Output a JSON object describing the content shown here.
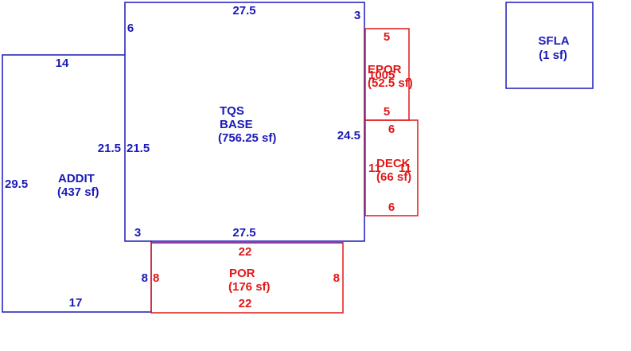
{
  "colors": {
    "main": "#1a1ab8",
    "accessory": "#e01818"
  },
  "areas": {
    "base": {
      "name1": "TQS",
      "name2": "BASE",
      "area": "(756.25 sf)",
      "dims": {
        "top": "27.5",
        "bottom": "27.5",
        "right": "24.5",
        "left": "21.5",
        "corner_top_right": "3",
        "corner_top_left": "6",
        "corner_bottom_left": "3"
      }
    },
    "addit": {
      "name": "ADDIT",
      "area": "(437 sf)",
      "dims": {
        "top": "14",
        "left": "29.5",
        "right": "21.5",
        "bottom": "17",
        "small": "8"
      }
    },
    "epor": {
      "name": "EPOR",
      "name_overlap": "1005",
      "area": "(52.5 sf)",
      "dims": {
        "top": "5",
        "bottom": "5"
      }
    },
    "deck": {
      "name": "DECK",
      "area": "(66 sf)",
      "dims": {
        "top": "6",
        "bottom": "6",
        "left": "11",
        "right": "11"
      }
    },
    "por": {
      "name": "POR",
      "area": "(176 sf)",
      "dims": {
        "top": "22",
        "bottom": "22",
        "left": "8",
        "right": "8"
      }
    },
    "sfla": {
      "name": "SFLA",
      "area": "(1 sf)"
    }
  }
}
